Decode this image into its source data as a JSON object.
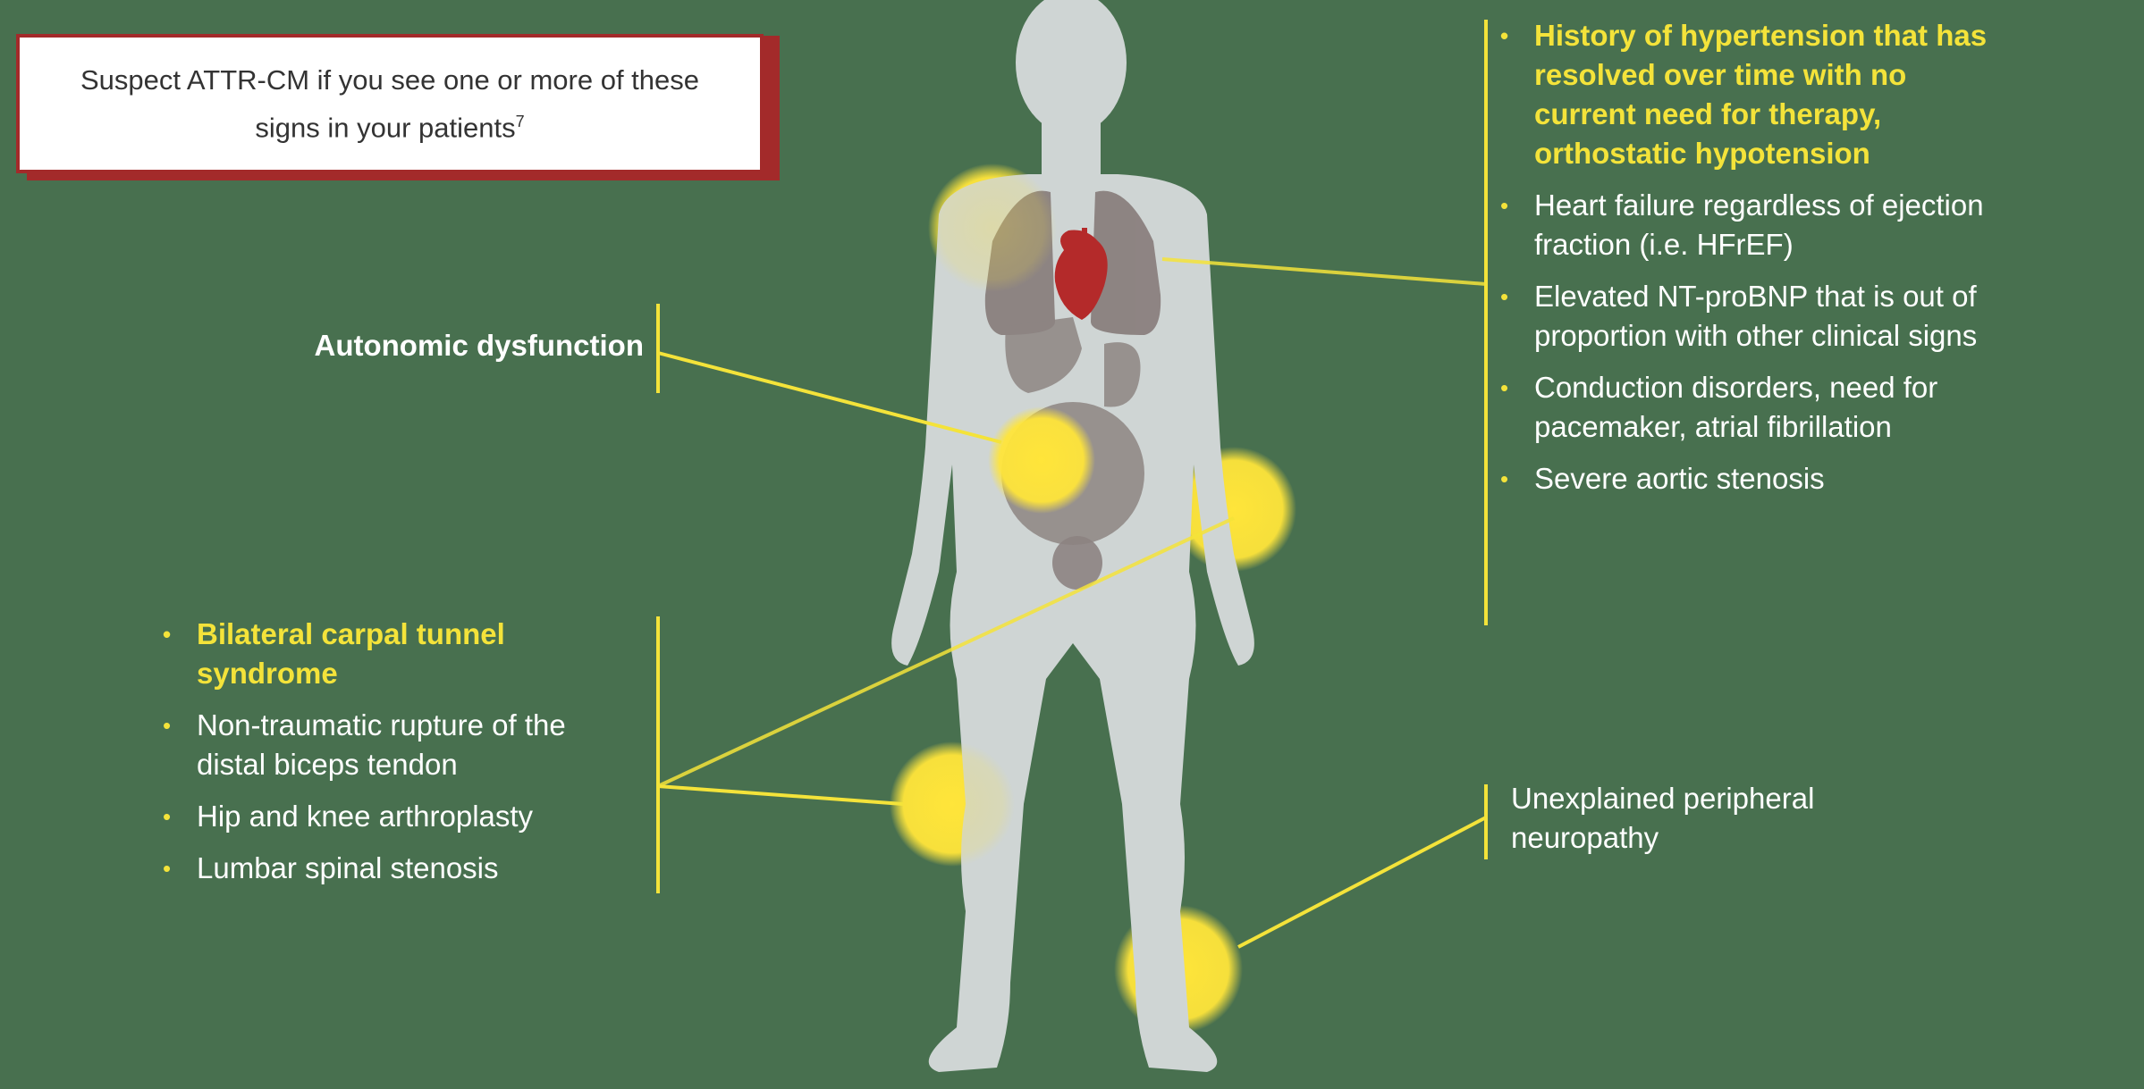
{
  "callout": {
    "text": "Suspect ATTR-CM if you see one or more of these signs in your patients",
    "superscript": "7"
  },
  "labels": {
    "autonomic": "Autonomic dysfunction",
    "neuropathy": "Unexplained peripheral neuropathy"
  },
  "cardiac_list": [
    {
      "text": "History of hypertension that has resolved over time with no current need for therapy, orthostatic hypotension",
      "highlight": true
    },
    {
      "text": "Heart failure regardless of ejection fraction (i.e. HFrEF)",
      "highlight": false
    },
    {
      "text": "Elevated NT-proBNP that is out of proportion with other clinical signs",
      "highlight": false
    },
    {
      "text": "Conduction disorders, need for pacemaker, atrial fibrillation",
      "highlight": false
    },
    {
      "text": "Severe aortic stenosis",
      "highlight": false
    }
  ],
  "musculoskeletal_list": [
    {
      "text": "Bilateral carpal tunnel syndrome",
      "highlight": true
    },
    {
      "text": "Non-traumatic rupture of the distal biceps tendon",
      "highlight": false
    },
    {
      "text": "Hip and knee arthroplasty",
      "highlight": false
    },
    {
      "text": "Lumbar spinal stenosis",
      "highlight": false
    }
  ],
  "colors": {
    "background": "#48704f",
    "accent_yellow": "#f4e33a",
    "callout_border": "#a32a2a",
    "body": "#cfd5d4",
    "organs": "#8a807e",
    "heart": "#b42a2a"
  }
}
